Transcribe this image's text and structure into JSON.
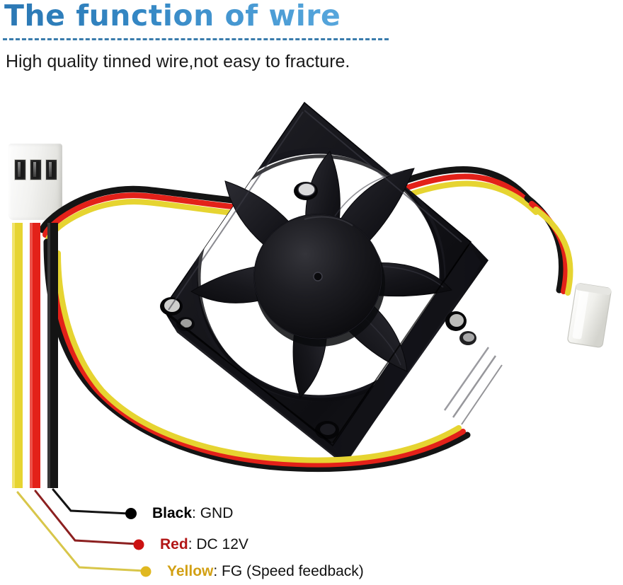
{
  "header": {
    "title": "The function of wire",
    "subtitle": "High quality tinned wire,not easy to fracture.",
    "title_gradient_start": "#2b78b4",
    "title_gradient_end": "#56a6dc",
    "divider_color": "#3a7cac"
  },
  "product": {
    "type": "dc-cooling-fan",
    "frame_color": "#111111",
    "blade_count": 7,
    "connector_color": "#f0f0ec"
  },
  "wires": [
    {
      "id": "black",
      "color": "#141414",
      "name": "Black",
      "separator": ": ",
      "function": "GND"
    },
    {
      "id": "red",
      "color": "#e32119",
      "name": "Red",
      "separator": ": ",
      "function": "DC 12V"
    },
    {
      "id": "yellow",
      "color": "#e6d431",
      "name": "Yellow",
      "separator": ": ",
      "function": "FG (Speed feedback)"
    }
  ],
  "legend": {
    "black": {
      "name": "Black",
      "separator": ": ",
      "desc": "GND",
      "marker_color": "#000000"
    },
    "red": {
      "name": "Red",
      "separator": ": ",
      "desc": "DC 12V",
      "marker_color": "#cc1111"
    },
    "yellow": {
      "name": "Yellow",
      "separator": ": ",
      "desc": "FG (Speed feedback)",
      "marker_color": "#e0b820"
    }
  }
}
